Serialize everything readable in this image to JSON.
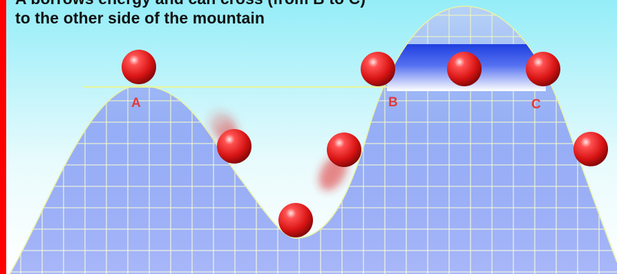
{
  "caption": {
    "line1": "A borrows energy and can cross (from B to C)",
    "line2": "to the other side of the mountain"
  },
  "points": {
    "a": "A",
    "b": "B",
    "c": "C"
  },
  "colors": {
    "frame": "#ff0000",
    "sky_top": "#94edf8",
    "sky_bottom": "#ffffff",
    "hill_top": "#a9c8f4",
    "hill_bottom": "#3f61f0",
    "grid": "#f2f6a4",
    "ball": "#e01818",
    "label": "#e03a3a"
  }
}
